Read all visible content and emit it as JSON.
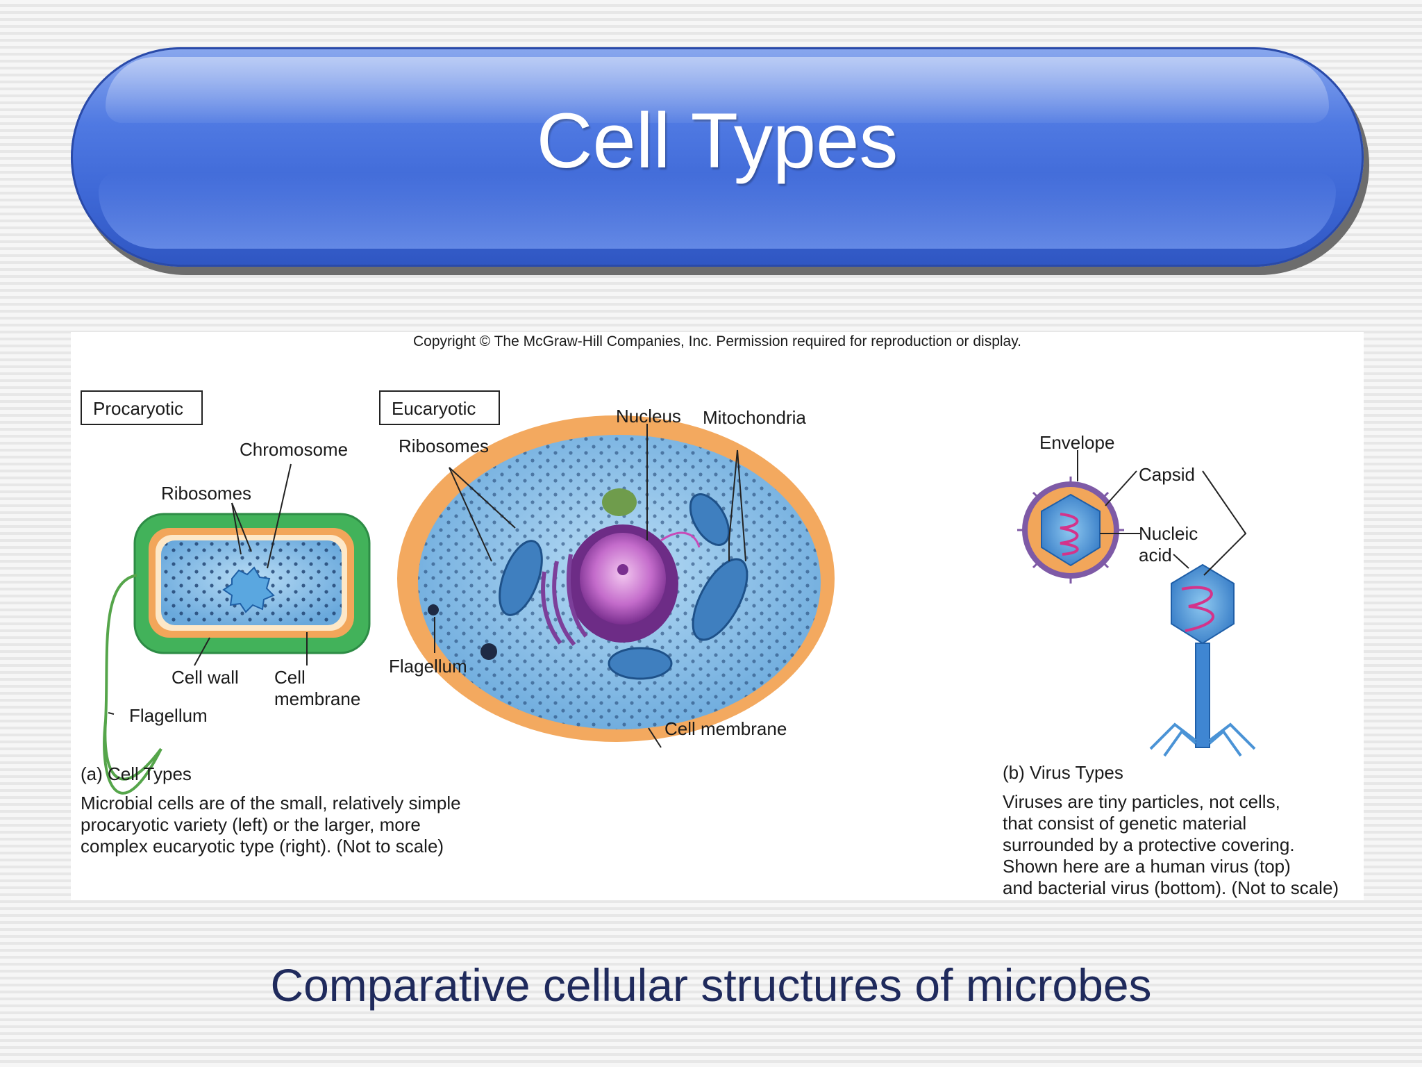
{
  "slide": {
    "title": "Cell Types",
    "subtitle": "Comparative cellular structures of microbes"
  },
  "figure": {
    "copyright": "Copyright © The McGraw-Hill Companies, Inc. Permission required for reproduction or display.",
    "procaryotic": {
      "box_label": "Procaryotic",
      "labels": {
        "chromosome": "Chromosome",
        "ribosomes": "Ribosomes",
        "cell_wall": "Cell wall",
        "cell_membrane_1": "Cell",
        "cell_membrane_2": "membrane",
        "flagellum": "Flagellum"
      }
    },
    "eucaryotic": {
      "box_label": "Eucaryotic",
      "labels": {
        "nucleus": "Nucleus",
        "mitochondria": "Mitochondria",
        "ribosomes": "Ribosomes",
        "flagellum": "Flagellum",
        "cell_membrane": "Cell membrane"
      }
    },
    "virus": {
      "labels": {
        "envelope": "Envelope",
        "capsid": "Capsid",
        "nucleic_1": "Nucleic",
        "nucleic_2": "acid"
      }
    },
    "caption_a": {
      "title": "(a) Cell Types",
      "lines": [
        "Microbial cells are of the small, relatively simple",
        "procaryotic variety (left) or the larger, more",
        "complex eucaryotic type (right). (Not to scale)"
      ]
    },
    "caption_b": {
      "title": "(b) Virus Types",
      "lines": [
        "Viruses are tiny particles, not cells,",
        "that consist of genetic material",
        "surrounded by a protective covering.",
        "Shown here are a human virus (top)",
        "and bacterial virus (bottom). (Not to scale)"
      ]
    }
  },
  "colors": {
    "banner_blue": "#4f79e2",
    "cell_wall_green": "#3fae57",
    "membrane_orange": "#f2a65a",
    "cytoplasm_blue": "#8fc2ea",
    "nucleus_purple": "#8a3ea0",
    "subtitle_navy": "#1f2a5c"
  }
}
